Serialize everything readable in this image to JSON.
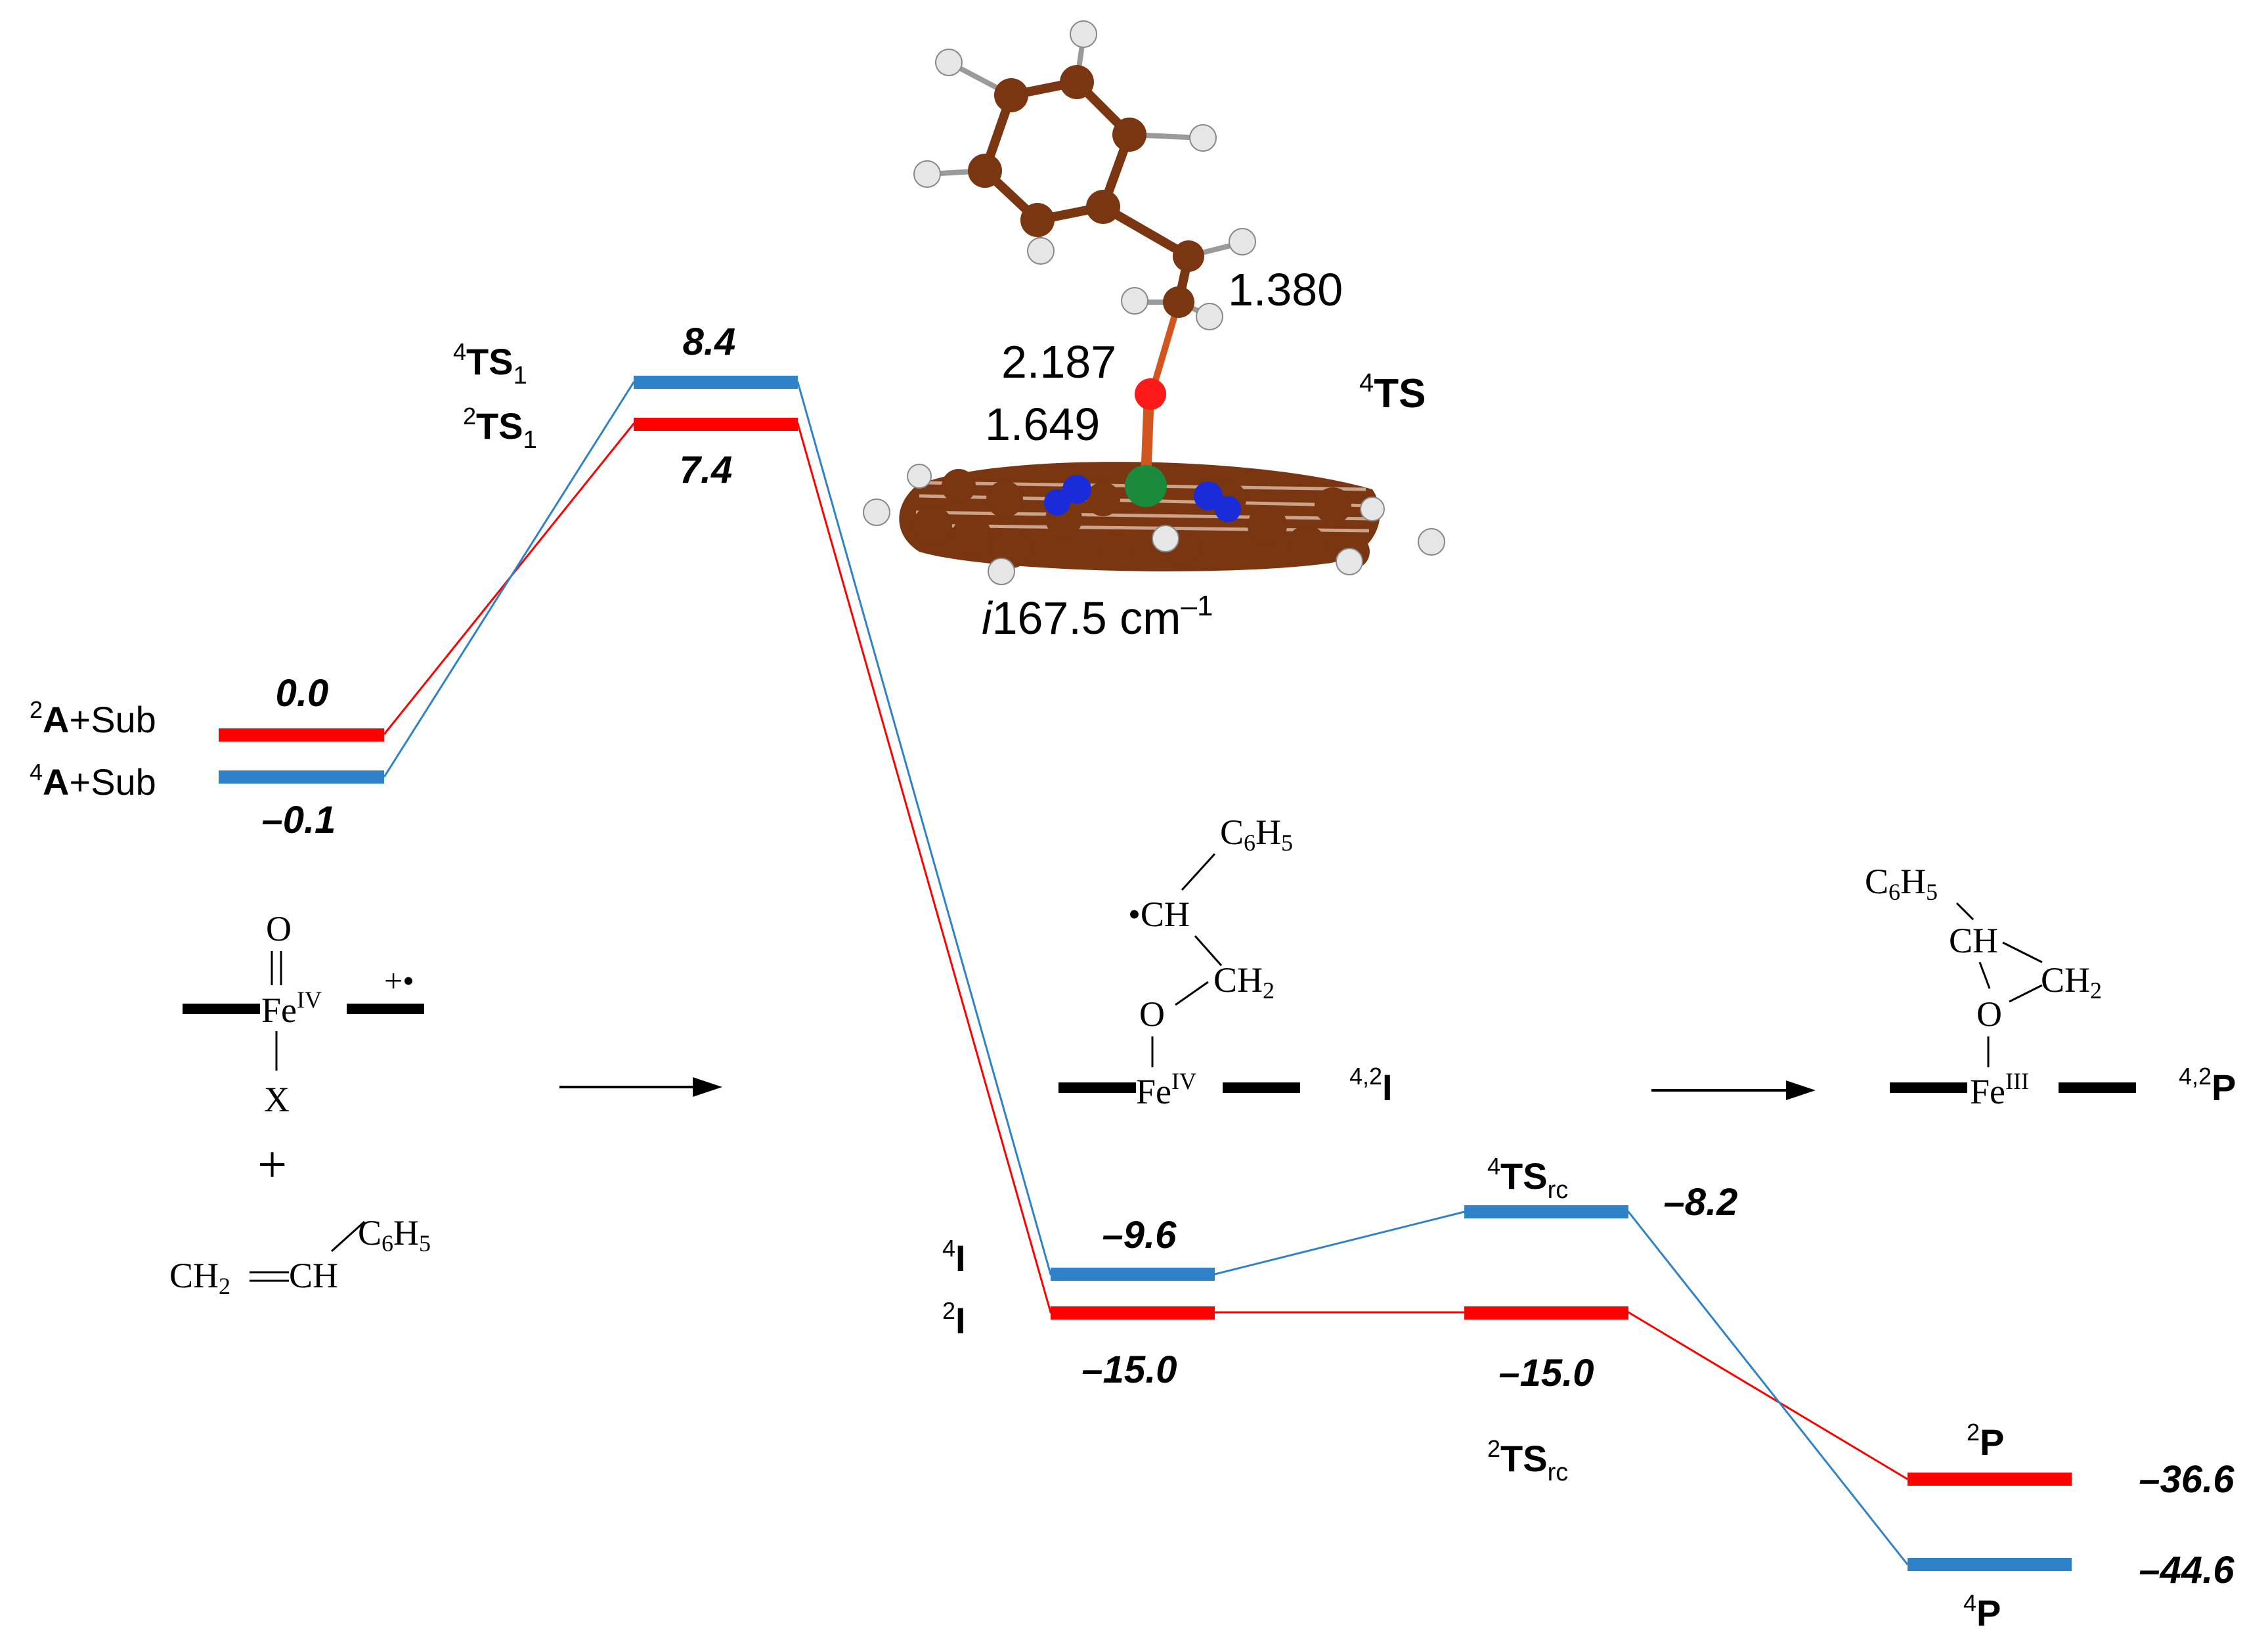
{
  "colors": {
    "doublet": "#ff0000",
    "quartet": "#2f82c8",
    "carbon": "#7a3511",
    "hydrogen": "#e6e6e6",
    "nitrogen": "#1a2bd9",
    "oxygen": "#ff1a1a",
    "iron": "#1b8a3c"
  },
  "energy_levels": [
    {
      "id": "2A",
      "spin": "2",
      "energy": 0.0,
      "label": "0.0"
    },
    {
      "id": "4A",
      "spin": "4",
      "energy": -0.1,
      "label": "–0.1"
    },
    {
      "id": "4TS1",
      "spin": "4",
      "energy": 8.4,
      "label": "8.4"
    },
    {
      "id": "2TS1",
      "spin": "2",
      "energy": 7.4,
      "label": "7.4"
    },
    {
      "id": "4I",
      "spin": "4",
      "energy": -9.6,
      "label": "–9.6"
    },
    {
      "id": "2I",
      "spin": "2",
      "energy": -15.0,
      "label": "–15.0"
    },
    {
      "id": "4TSrc",
      "spin": "4",
      "energy": -8.2,
      "label": "–8.2"
    },
    {
      "id": "2TSrc",
      "spin": "2",
      "energy": -15.0,
      "label": "–15.0"
    },
    {
      "id": "2P",
      "spin": "2",
      "energy": -36.6,
      "label": "–36.6"
    },
    {
      "id": "4P",
      "spin": "4",
      "energy": -44.6,
      "label": "–44.6"
    }
  ],
  "species": {
    "reactant_2": {
      "sup": "2",
      "name": "A",
      "suffix": "+Sub"
    },
    "reactant_4": {
      "sup": "4",
      "name": "A",
      "suffix": "+Sub"
    },
    "ts1_4": {
      "sup": "4",
      "name": "TS",
      "sub": "1"
    },
    "ts1_2": {
      "sup": "2",
      "name": "TS",
      "sub": "1"
    },
    "int_4": {
      "sup": "4",
      "name": "I"
    },
    "int_2": {
      "sup": "2",
      "name": "I"
    },
    "tsrc_4": {
      "sup": "4",
      "name": "TS",
      "sub": "rc"
    },
    "tsrc_2": {
      "sup": "2",
      "name": "TS",
      "sub": "rc"
    },
    "prod_2": {
      "sup": "2",
      "name": "P"
    },
    "prod_4": {
      "sup": "4",
      "name": "P"
    }
  },
  "ts_structure": {
    "label_sup": "4",
    "label": "TS",
    "dist_cc": "1.380",
    "dist_co": "2.187",
    "dist_feo": "1.649",
    "freq_i": "i",
    "freq_value": "167.5 cm",
    "freq_exp": "–1"
  },
  "schemes": {
    "reactant": {
      "o": "O",
      "fe": "Fe",
      "fe_ox": "IV",
      "charge": "+•",
      "x": "X",
      "plus": "+",
      "ch2": "CH",
      "ch2_sub": "2",
      "ch": "CH",
      "c6": "C",
      "c6_sub": "6",
      "h5": "H",
      "h5_sub": "5"
    },
    "intermediate": {
      "c6": "C",
      "c6_sub": "6",
      "h5": "H",
      "h5_sub": "5",
      "radical": "•CH",
      "ch2": "CH",
      "ch2_sub": "2",
      "o": "O",
      "fe": "Fe",
      "fe_ox": "IV",
      "label_sup": "4,2",
      "label": "I"
    },
    "product": {
      "c6": "C",
      "c6_sub": "6",
      "h5": "H",
      "h5_sub": "5",
      "ch": "CH",
      "ch2": "CH",
      "ch2_sub": "2",
      "o": "O",
      "fe": "Fe",
      "fe_ox": "III",
      "label_sup": "4,2",
      "label": "P"
    }
  }
}
